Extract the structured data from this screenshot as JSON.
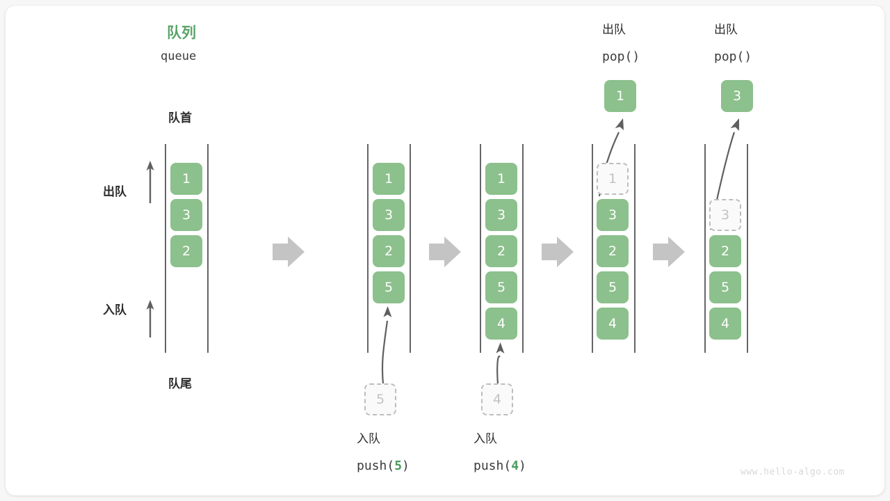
{
  "diagram": {
    "title_cn": "队列",
    "title_en": "queue",
    "front_label": "队首",
    "rear_label": "队尾",
    "dequeue_label": "出队",
    "enqueue_label": "入队",
    "watermark": "www.hello-algo.com",
    "accent_green": "#8cc08c",
    "title_green": "#5aa469",
    "ghost_grey": "#c2c2c2",
    "arrow_grey": "#c4c4c4",
    "rail_grey": "#4a4a4a"
  },
  "stages": [
    {
      "id": "stage-initial",
      "cells": [
        {
          "value": "1",
          "ghost": false
        },
        {
          "value": "3",
          "ghost": false
        },
        {
          "value": "2",
          "ghost": false
        }
      ]
    },
    {
      "id": "stage-push-5",
      "cells": [
        {
          "value": "1",
          "ghost": false
        },
        {
          "value": "3",
          "ghost": false
        },
        {
          "value": "2",
          "ghost": false
        },
        {
          "value": "5",
          "ghost": false
        }
      ],
      "incoming": {
        "value": "5",
        "op_cn": "入队",
        "op_code_prefix": "push(",
        "op_code_arg": "5",
        "op_code_suffix": ")"
      }
    },
    {
      "id": "stage-push-4",
      "cells": [
        {
          "value": "1",
          "ghost": false
        },
        {
          "value": "3",
          "ghost": false
        },
        {
          "value": "2",
          "ghost": false
        },
        {
          "value": "5",
          "ghost": false
        },
        {
          "value": "4",
          "ghost": false
        }
      ],
      "incoming": {
        "value": "4",
        "op_cn": "入队",
        "op_code_prefix": "push(",
        "op_code_arg": "4",
        "op_code_suffix": ")"
      }
    },
    {
      "id": "stage-pop-1",
      "cells": [
        {
          "value": "1",
          "ghost": true
        },
        {
          "value": "3",
          "ghost": false
        },
        {
          "value": "2",
          "ghost": false
        },
        {
          "value": "5",
          "ghost": false
        },
        {
          "value": "4",
          "ghost": false
        }
      ],
      "outgoing": {
        "value": "1",
        "op_cn": "出队",
        "op_code": "pop()"
      }
    },
    {
      "id": "stage-pop-3",
      "cells": [
        {
          "value": "3",
          "ghost": true
        },
        {
          "value": "2",
          "ghost": false
        },
        {
          "value": "5",
          "ghost": false
        },
        {
          "value": "4",
          "ghost": false
        }
      ],
      "outgoing": {
        "value": "3",
        "op_cn": "出队",
        "op_code": "pop()"
      }
    }
  ]
}
